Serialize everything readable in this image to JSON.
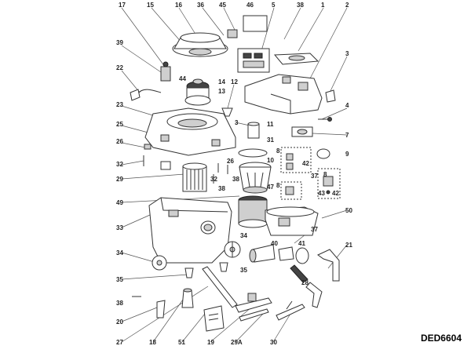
{
  "model_code": "DED6604",
  "labels": {
    "l17": "17",
    "l15": "15",
    "l16": "16",
    "l36": "36",
    "l45": "45",
    "l46": "46",
    "l5": "5",
    "l38a": "38",
    "l1": "1",
    "l2": "2",
    "l39": "39",
    "l3a": "3",
    "l22": "22",
    "l44": "44",
    "l14": "14",
    "l12": "12",
    "l13": "13",
    "l23": "23",
    "l4": "4",
    "l3b": "3",
    "l11": "11",
    "l7": "7",
    "l25": "25",
    "l31": "31",
    "l26a": "26",
    "l9": "9",
    "l8a": "8",
    "l10": "10",
    "l32a": "32",
    "l26b": "26",
    "l42a": "42",
    "l37a": "37",
    "l29": "29",
    "l38b": "38",
    "l32b": "32",
    "l38c": "38",
    "l47": "47",
    "l8b": "8",
    "l8c": "8",
    "l43": "43",
    "l42b": "42",
    "l49": "49",
    "l50": "50",
    "l33": "33",
    "l34a": "34",
    "l37b": "37",
    "l40": "40",
    "l41": "41",
    "l21": "21",
    "l34b": "34",
    "l28": "28",
    "l35a": "35",
    "l35b": "35",
    "l38d": "38",
    "l20": "20",
    "l27": "27",
    "l18": "18",
    "l51": "51",
    "l19": "19",
    "l29A": "29A",
    "l30": "30"
  }
}
